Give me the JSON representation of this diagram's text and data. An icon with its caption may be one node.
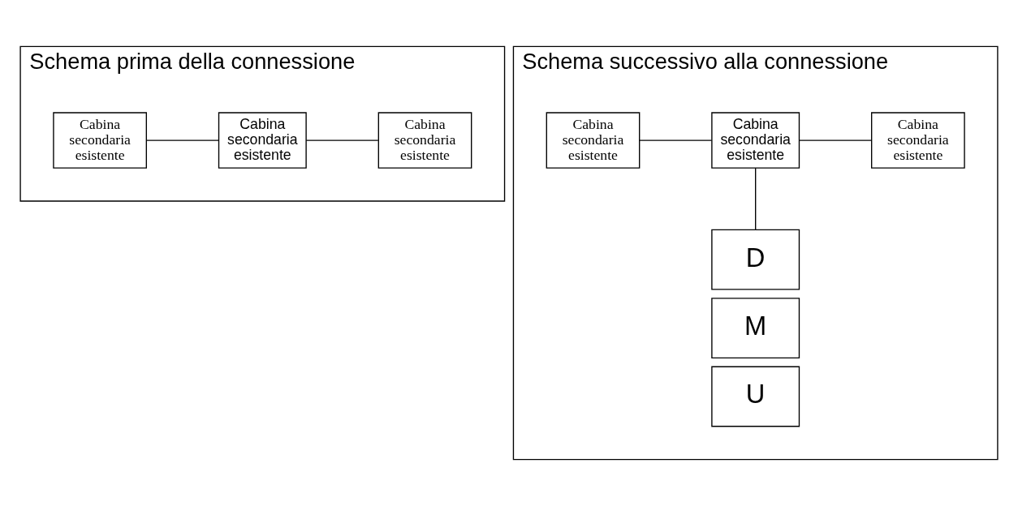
{
  "diagram": {
    "nodes": [
      {
        "text": [
          "Schema prima della connessione"
        ]
      },
      {
        "text": [
          "Cabina secondaria esistente"
        ],
        "in": 0
      },
      {
        "text": [
          "Cabina secondaria esistente"
        ],
        "in": 0
      },
      {
        "text": [
          "Cabina secondaria esistente"
        ],
        "in": 0
      },
      {
        "text": [
          "Schema successivo alla connessione"
        ]
      },
      {
        "text": [
          "Cabina secondaria esistente"
        ],
        "in": 4
      },
      {
        "text": [
          "Cabina secondaria esistente"
        ],
        "in": 4
      },
      {
        "text": [
          "Cabina secondaria esistente"
        ],
        "in": 4
      },
      {
        "text": [
          "D"
        ],
        "in": 4
      },
      {
        "text": [
          "M"
        ],
        "in": 4
      },
      {
        "text": [
          "U"
        ],
        "in": 4
      }
    ],
    "edges": [
      {
        "from": 1,
        "to": 2,
        "arrow": "none"
      },
      {
        "from": 2,
        "to": 3,
        "arrow": "none"
      },
      {
        "from": 5,
        "to": 6,
        "arrow": "none"
      },
      {
        "from": 6,
        "to": 7,
        "arrow": "none"
      },
      {
        "from": 6,
        "to": 8,
        "arrow": "none"
      }
    ]
  }
}
